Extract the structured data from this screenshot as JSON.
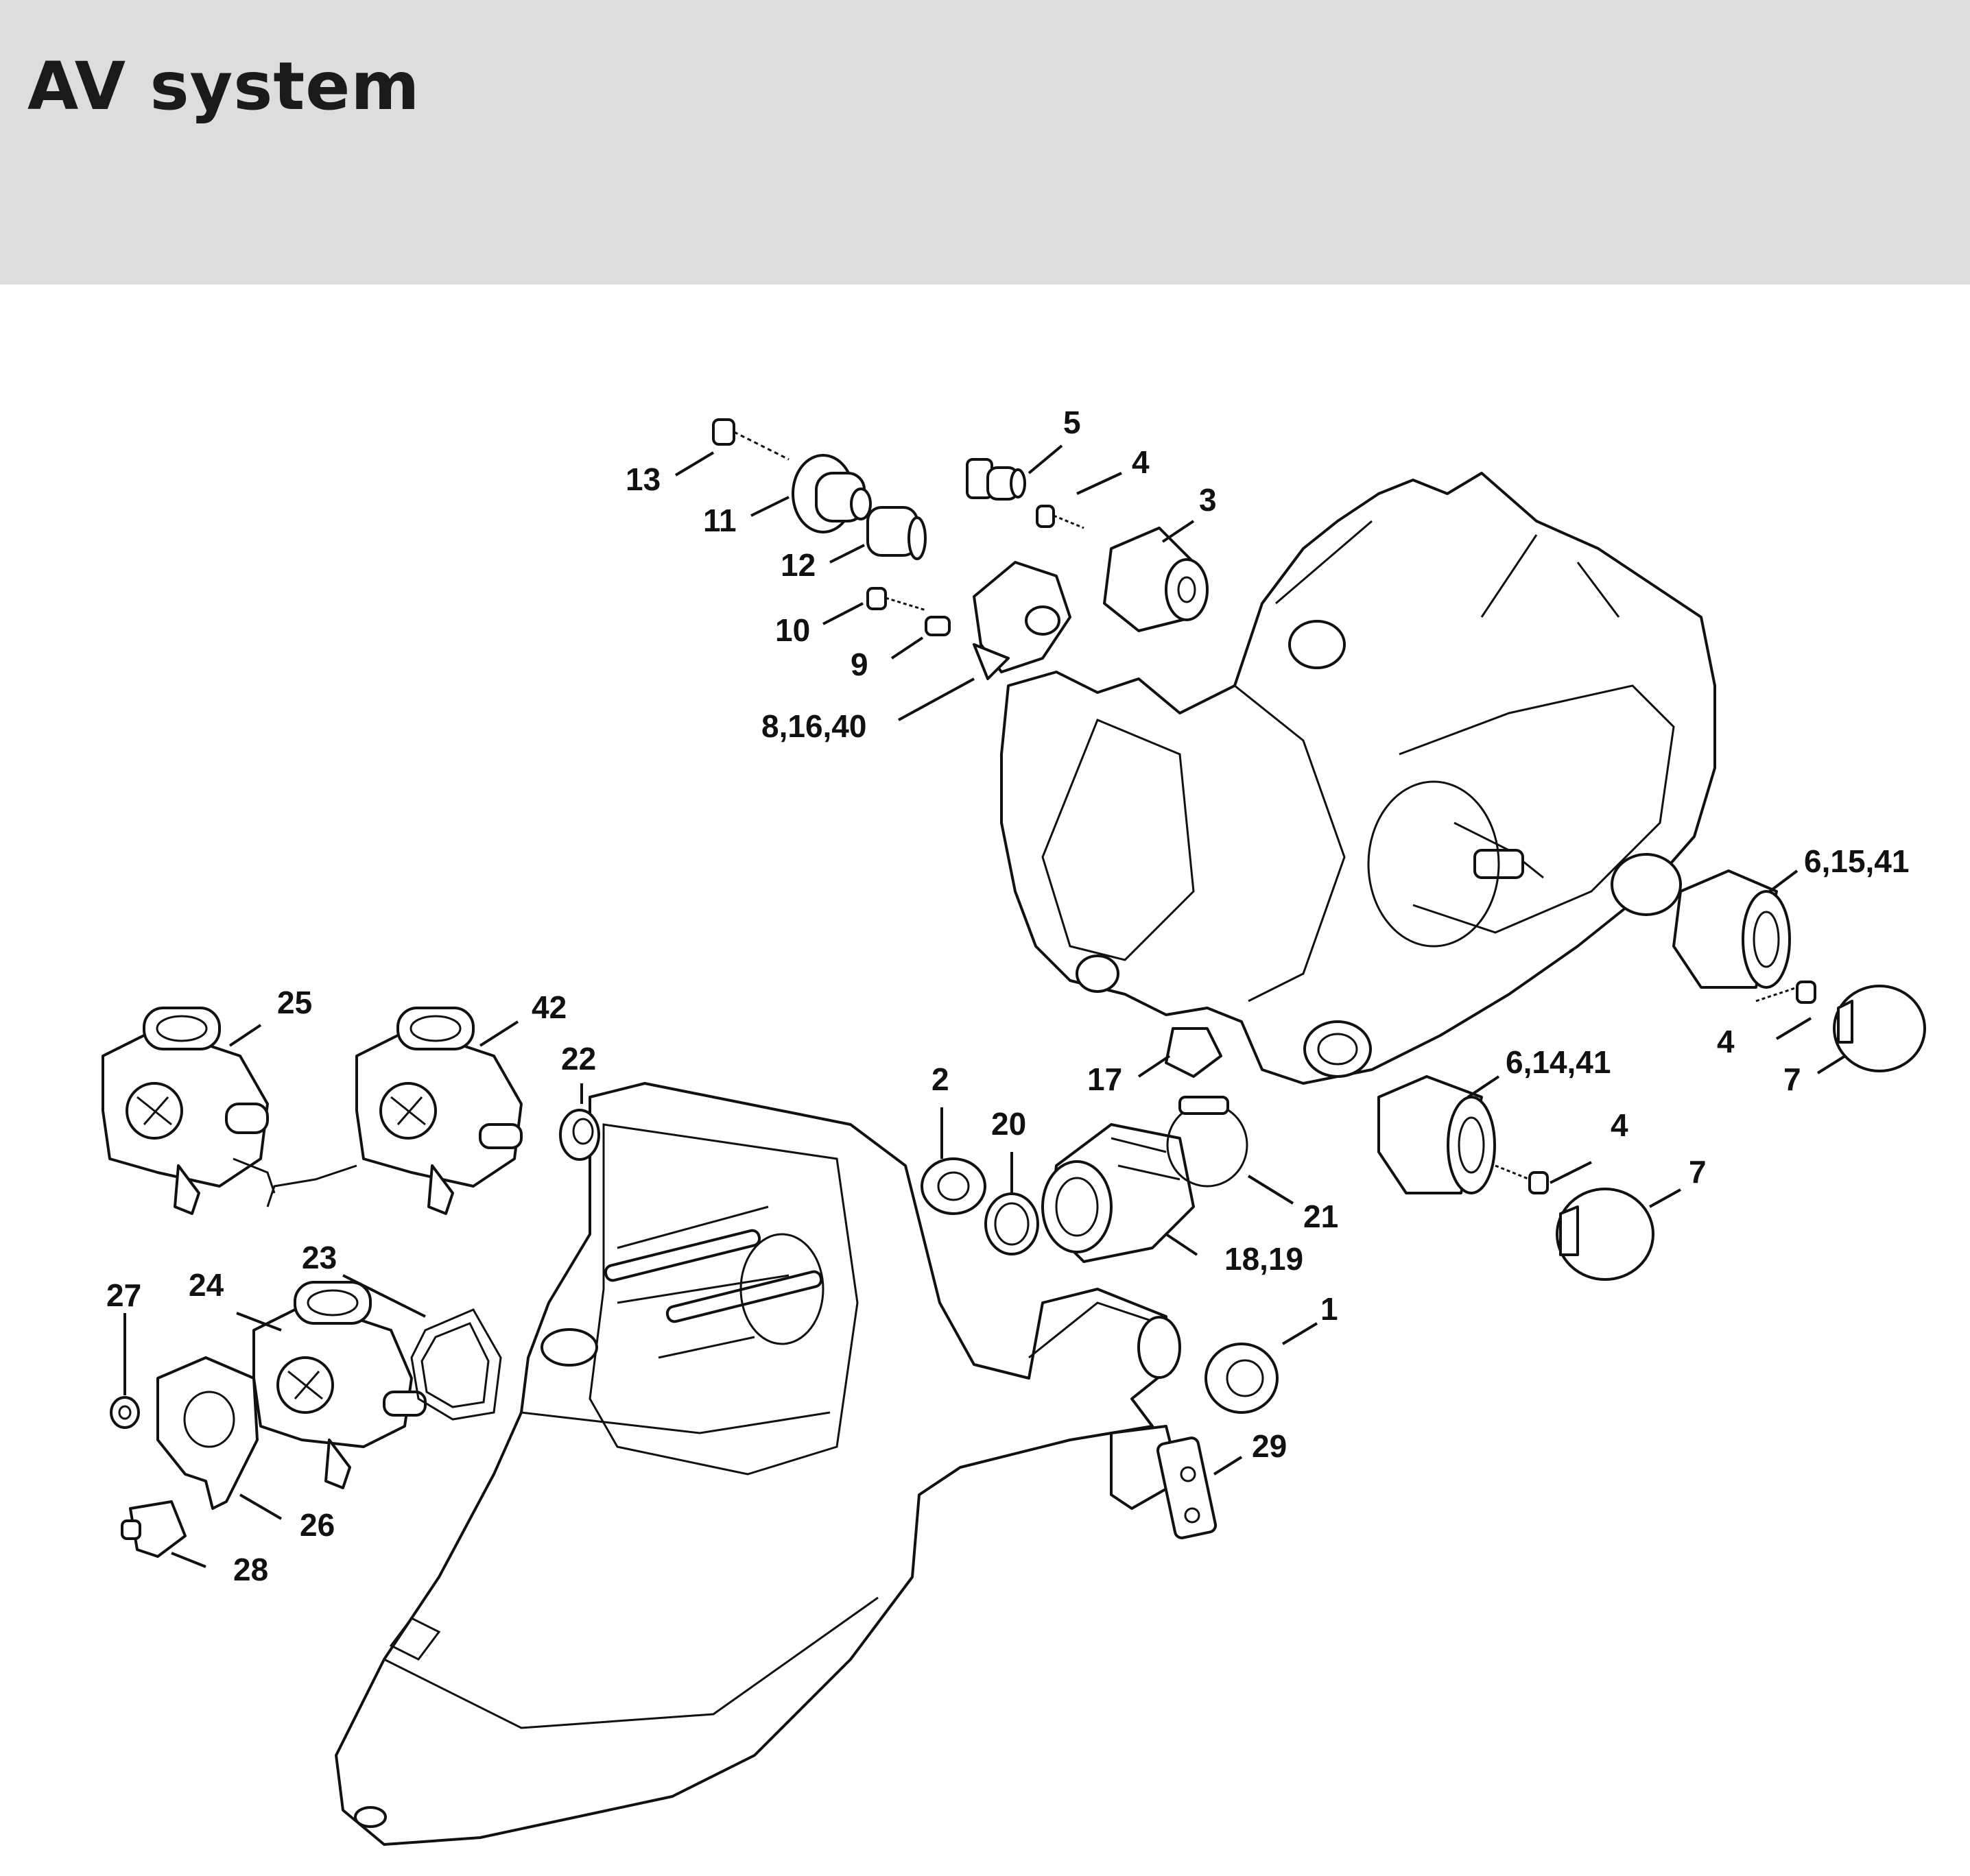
{
  "title": "AV system",
  "callouts": [
    {
      "id": "c13",
      "text": "13"
    },
    {
      "id": "c11",
      "text": "11"
    },
    {
      "id": "c12",
      "text": "12"
    },
    {
      "id": "c10",
      "text": "10"
    },
    {
      "id": "c9",
      "text": "9"
    },
    {
      "id": "c8",
      "text": "8,16,40"
    },
    {
      "id": "c5",
      "text": "5"
    },
    {
      "id": "c4a",
      "text": "4"
    },
    {
      "id": "c3",
      "text": "3"
    },
    {
      "id": "c6a",
      "text": "6,15,41"
    },
    {
      "id": "c4b",
      "text": "4"
    },
    {
      "id": "c7a",
      "text": "7"
    },
    {
      "id": "c6b",
      "text": "6,14,41"
    },
    {
      "id": "c4c",
      "text": "4"
    },
    {
      "id": "c7b",
      "text": "7"
    },
    {
      "id": "c25",
      "text": "25"
    },
    {
      "id": "c42",
      "text": "42"
    },
    {
      "id": "c22",
      "text": "22"
    },
    {
      "id": "c2",
      "text": "2"
    },
    {
      "id": "c20",
      "text": "20"
    },
    {
      "id": "c17",
      "text": "17"
    },
    {
      "id": "c21",
      "text": "21"
    },
    {
      "id": "c18",
      "text": "18,19"
    },
    {
      "id": "c1",
      "text": "1"
    },
    {
      "id": "c29",
      "text": "29"
    },
    {
      "id": "c23",
      "text": "23"
    },
    {
      "id": "c24",
      "text": "24"
    },
    {
      "id": "c27",
      "text": "27"
    },
    {
      "id": "c26",
      "text": "26"
    },
    {
      "id": "c28",
      "text": "28"
    }
  ]
}
